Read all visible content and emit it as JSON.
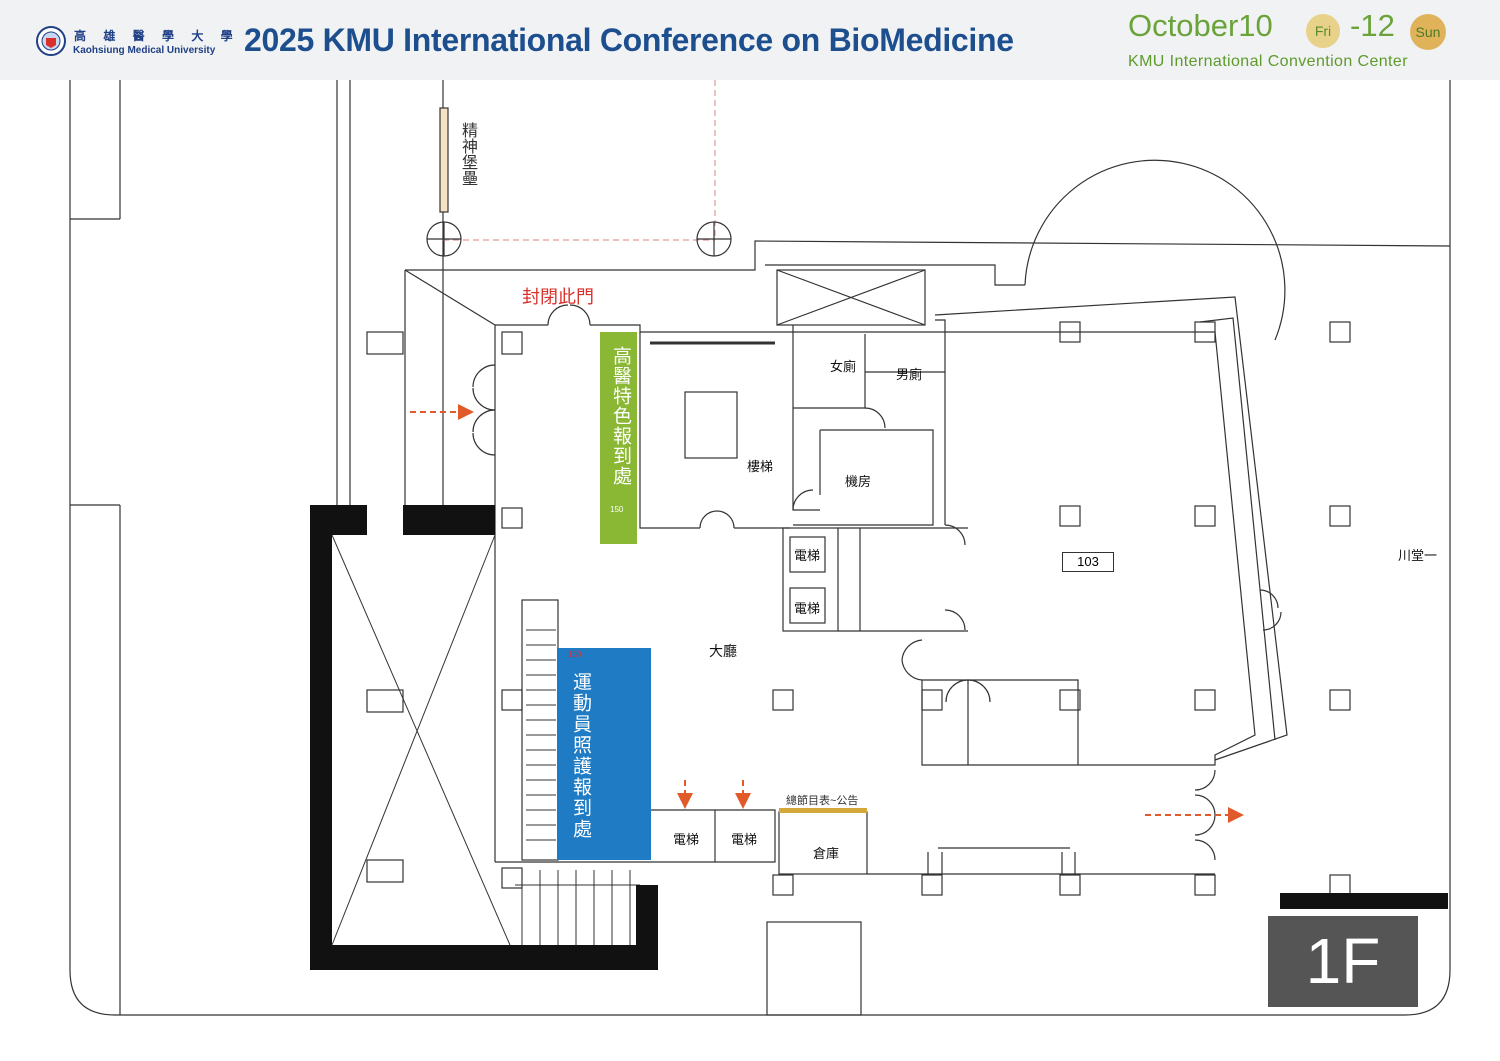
{
  "header": {
    "university_zh": "高 雄 醫 學 大 學",
    "university_en": "Kaohsiung Medical University",
    "conference_title": "2025 KMU International Conference on BioMedicine",
    "date_month_start": "October10",
    "date_start_day": "Fri",
    "date_end": "-12",
    "date_end_day": "Sun",
    "venue": "KMU International Convention Center"
  },
  "floor_plan": {
    "close_door_note": "封閉此門",
    "spirit_fortress": "精神堡壘",
    "green_desk_label": "高醫特色報到處",
    "green_desk_dim": "150",
    "blue_desk_label": "運動員照護報到處",
    "blue_desk_dim": "150",
    "women_restroom": "女廁",
    "men_restroom": "男廁",
    "stairs": "樓梯",
    "machine_room": "機房",
    "elevator_1": "電梯",
    "elevator_2": "電梯",
    "elevator_3": "電梯",
    "elevator_4": "電梯",
    "lobby": "大廳",
    "room_103": "103",
    "hall_one": "川堂一",
    "notice": "總節目表~公告",
    "storage": "倉庫",
    "floor_label": "1F"
  },
  "colors": {
    "green_desk": "#8ab834",
    "blue_desk": "#1e7bc4",
    "arrows": "#e05a2a",
    "close_door_text": "#d9302a",
    "title": "#1d4f8f",
    "date_green": "#6aa33a"
  }
}
